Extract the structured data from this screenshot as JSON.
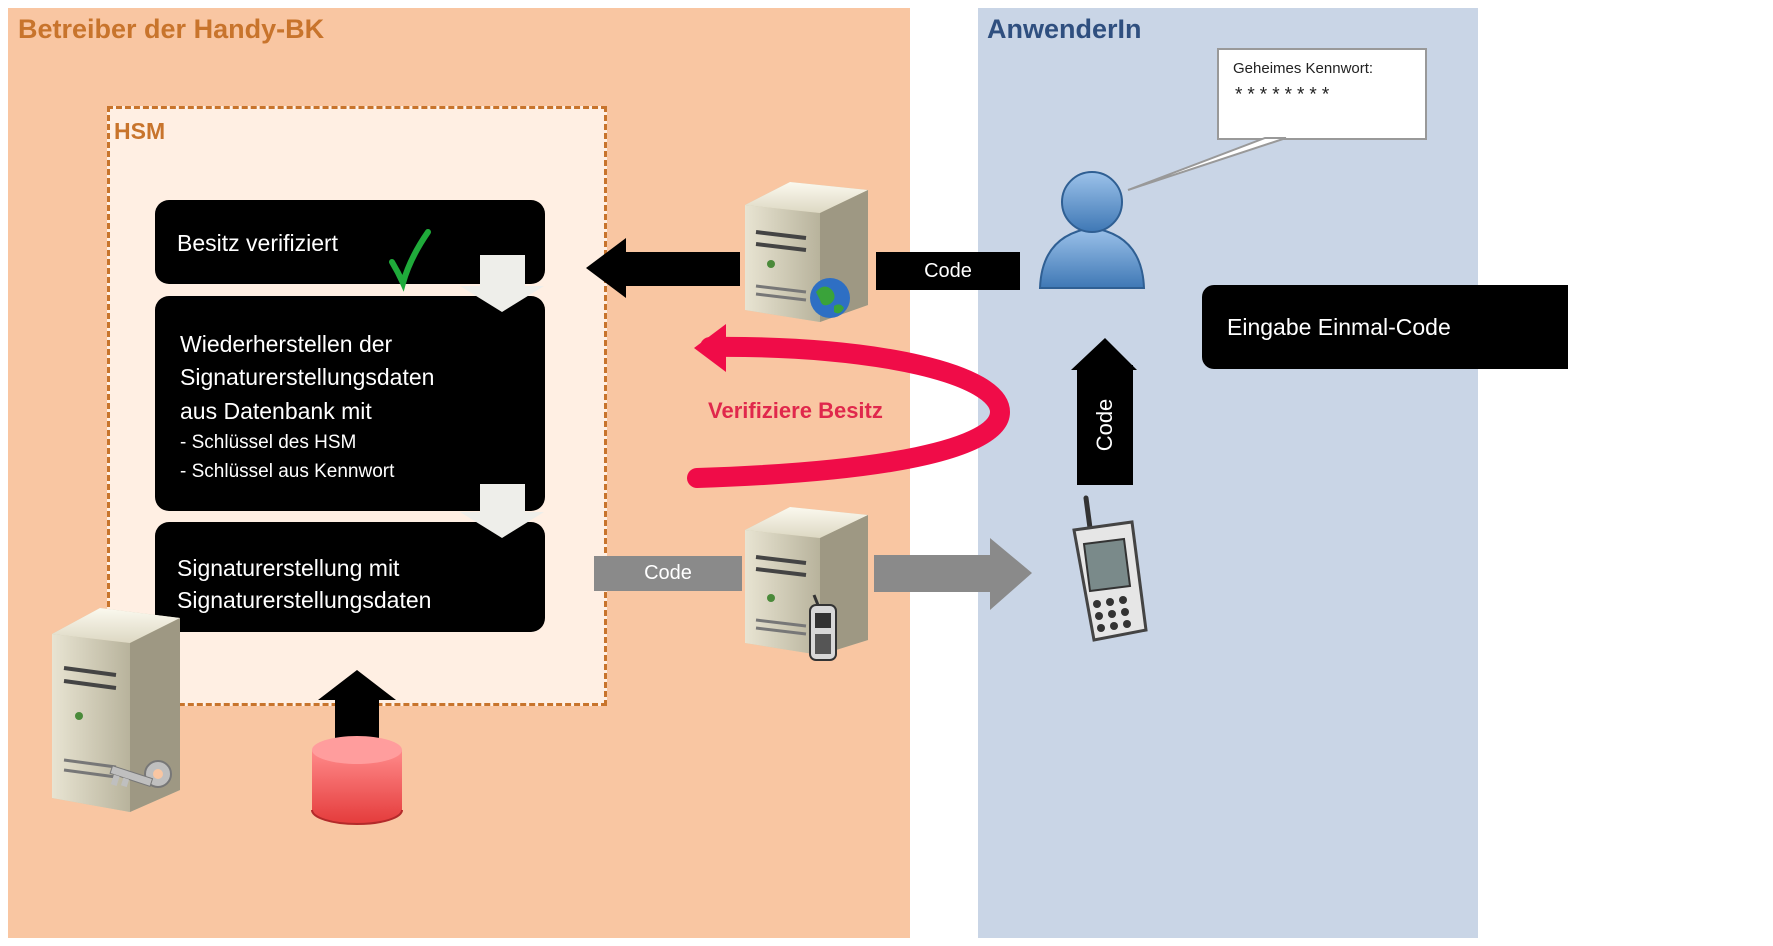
{
  "operator": {
    "title": "Betreiber der Handy-BK"
  },
  "user_area": {
    "title": "AnwenderIn"
  },
  "hsm": {
    "label": "HSM",
    "steps": [
      {
        "text": "Besitz verifiziert"
      },
      {
        "lines": [
          "Wiederherstellen der",
          "Signaturerstellungsdaten",
          "aus Datenbank mit"
        ],
        "sub": [
          "- Schlüssel des HSM",
          "- Schlüssel aus Kennwort"
        ]
      },
      {
        "lines": [
          "Signaturerstellung mit",
          "Signaturerstellungsdaten"
        ]
      }
    ]
  },
  "code_labels": {
    "web_server": "Code",
    "sms_server": "Code",
    "phone_to_user": "Code"
  },
  "verify": {
    "label": "Verifiziere Besitz"
  },
  "speech_bubble": {
    "title": "Geheimes Kennwort:",
    "value": "********"
  },
  "action": {
    "label": "Eingabe Einmal-Code"
  },
  "colors": {
    "operator_bg": "#f9c6a2",
    "user_bg": "#c9d5e6",
    "accent_orange": "#c8742c",
    "verify_red": "#e0284c",
    "check_green": "#1faa3a"
  },
  "icons": [
    "web-server-icon",
    "sms-server-icon",
    "hsm-server-icon",
    "database-icon",
    "user-icon",
    "mobile-phone-icon",
    "checkmark-icon"
  ]
}
